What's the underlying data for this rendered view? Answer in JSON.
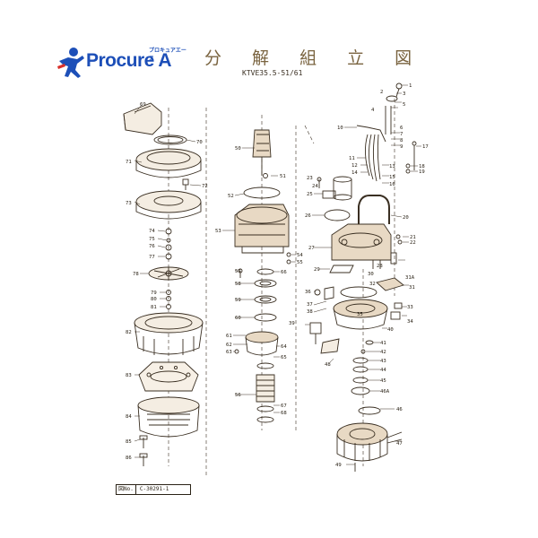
{
  "brand": {
    "name": "Procure A",
    "kana": "プロキュアエース",
    "color": "#1d4fb8",
    "icon": "running-figure-icon"
  },
  "title": "分 解 組 立 図",
  "model": "KTVE35.5-51/61",
  "drawing_code": {
    "label": "図No.",
    "value": "C-30291-1"
  },
  "colors": {
    "line": "#3a2f22",
    "title": "#7a6440",
    "tint": "#e8d9c4"
  },
  "parts": {
    "p1": "1",
    "p2": "2",
    "p3": "3",
    "p4": "4",
    "p5": "5",
    "p6": "6",
    "p7": "7",
    "p8": "8",
    "p9": "9",
    "p10": "10",
    "p11": "11",
    "p12": "12",
    "p13": "13",
    "p14": "14",
    "p15": "15",
    "p16": "16",
    "p17": "17",
    "p18": "18",
    "p19": "19",
    "p20": "20",
    "p21": "21",
    "p22": "22",
    "p23": "23",
    "p24": "24",
    "p25": "25",
    "p26": "26",
    "p27": "27",
    "p28": "28",
    "p29": "29",
    "p30": "30",
    "p31": "31",
    "p31a": "31A",
    "p32": "32",
    "p33": "33",
    "p34": "34",
    "p35": "35",
    "p36": "36",
    "p37": "37",
    "p38": "38",
    "p39": "39",
    "p40": "40",
    "p41": "41",
    "p42": "42",
    "p43": "43",
    "p44": "44",
    "p45": "45",
    "p46": "46",
    "p46a": "46A",
    "p47": "47",
    "p48": "48",
    "p49": "49",
    "p50": "50",
    "p51": "51",
    "p52": "52",
    "p53": "53",
    "p54": "54",
    "p55": "55",
    "p56": "56",
    "p57": "57",
    "p58": "58",
    "p59": "59",
    "p60": "60",
    "p61": "61",
    "p62": "62",
    "p63": "63",
    "p64": "64",
    "p65": "65",
    "p66": "66",
    "p67": "67",
    "p68": "68",
    "p69": "69",
    "p70": "70",
    "p71": "71",
    "p72": "72",
    "p73": "73",
    "p74": "74",
    "p75": "75",
    "p76": "76",
    "p77": "77",
    "p78": "78",
    "p79": "79",
    "p80": "80",
    "p81": "81",
    "p82": "82",
    "p83": "83",
    "p84": "84",
    "p85": "85",
    "p86": "86"
  }
}
